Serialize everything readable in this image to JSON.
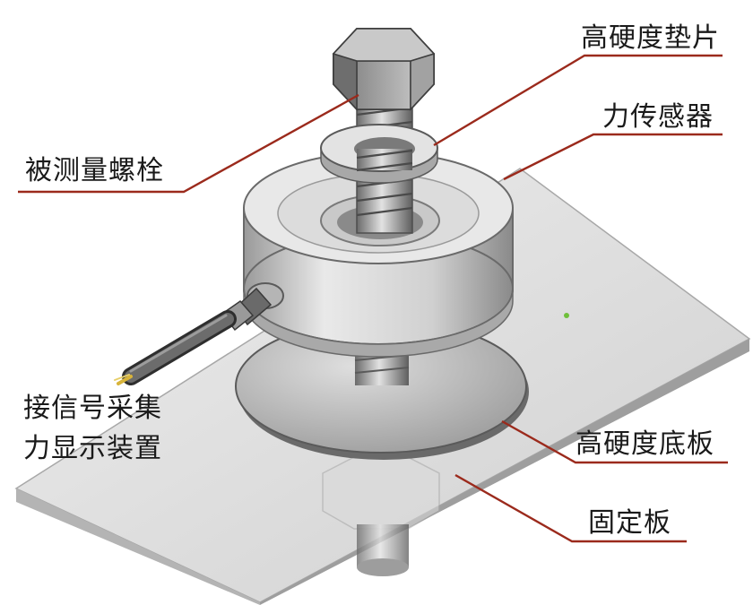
{
  "labels": {
    "washer": "高硬度垫片",
    "sensor": "力传感器",
    "bolt": "被测量螺栓",
    "signal_line1": "接信号采集",
    "signal_line2": "力显示装置",
    "base_plate": "高硬度底板",
    "fixed_plate": "固定板"
  },
  "colors": {
    "leader_line": "#9b2a1c",
    "metal_light": "#e6e6e6",
    "metal_mid": "#c4c4c4",
    "metal_dark": "#6f6f6f",
    "plate": "#dcdcdc",
    "cable": "#5a5a5a",
    "wire_tip": "#d8b43a"
  }
}
